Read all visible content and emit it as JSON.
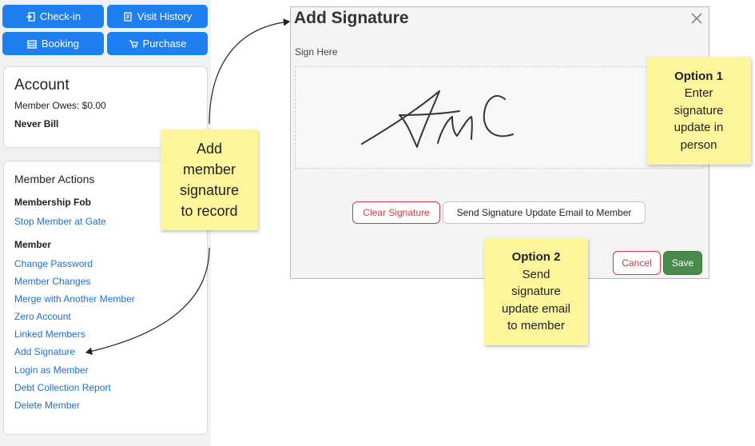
{
  "toolbar": {
    "checkin": {
      "label": "Check-in",
      "icon": "sign-in-icon"
    },
    "visit_history": {
      "label": "Visit History",
      "icon": "document-icon"
    },
    "booking": {
      "label": "Booking",
      "icon": "calendar-icon"
    },
    "purchase": {
      "label": "Purchase",
      "icon": "cart-icon"
    }
  },
  "account": {
    "title": "Account",
    "owes": "Member Owes: $0.00",
    "billing": "Never Bill"
  },
  "member_actions": {
    "title": "Member Actions",
    "fob_heading": "Membership Fob",
    "fob_links": [
      "Stop Member at Gate"
    ],
    "member_heading": "Member",
    "member_links": [
      "Change Password",
      "Member Changes",
      "Merge with Another Member",
      "Zero Account",
      "Linked Members",
      "Add Signature",
      "Login as Member",
      "Debt Collection Report",
      "Delete Member"
    ]
  },
  "notes": {
    "add_member": [
      "Add",
      "member",
      "signature",
      "to record"
    ],
    "option1": {
      "title": "Option 1",
      "lines": [
        "Enter",
        "signature",
        "update in",
        "person"
      ]
    },
    "option2": {
      "title": "Option 2",
      "lines": [
        "Send",
        "signature",
        "update email",
        "to member"
      ]
    }
  },
  "modal": {
    "title": "Add Signature",
    "sign_here": "Sign Here",
    "clear_label": "Clear Signature",
    "send_label": "Send Signature Update Email to Member",
    "cancel_label": "Cancel",
    "save_label": "Save"
  },
  "colors": {
    "primary": "#1e7ff0",
    "link": "#1e6fd0",
    "danger": "#dc3545",
    "success": "#4a8a4a",
    "sticky": "#fdf59c"
  }
}
